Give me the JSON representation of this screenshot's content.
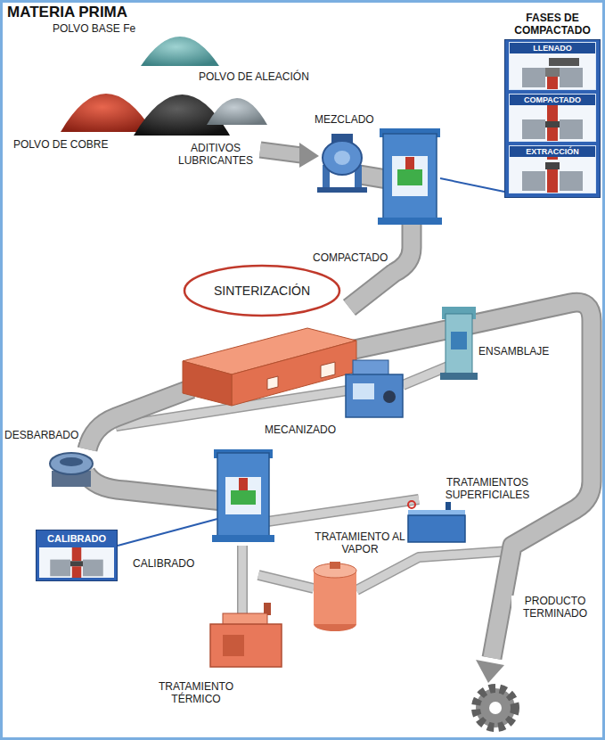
{
  "diagram": {
    "title": "MATERIA PRIMA",
    "nodes": [
      {
        "text": [
          "FASES DE COMPACTADO"
        ]
      },
      {
        "text": [
          "LLENADO"
        ],
        "in": 0
      },
      {
        "text": [
          "COMPACTADO"
        ],
        "in": 0
      },
      {
        "text": [
          "EXTRACCIÓN"
        ],
        "in": 0
      },
      {
        "text": [
          "SINTERIZACIÓN"
        ]
      },
      {
        "text": [
          "CALIBRADO"
        ]
      }
    ],
    "labels": [
      "POLVO BASE Fe",
      "POLVO DE ALEACIÓN",
      "POLVO DE COBRE",
      "ADITIVOS LUBRICANTES",
      "MEZCLADO",
      "COMPACTADO",
      "ENSAMBLAJE",
      "MECANIZADO",
      "DESBARBADO",
      "CALIBRADO",
      "TRATAMIENTOS SUPERFICIALES",
      "TRATAMIENTO AL VAPOR",
      "TRATAMIENTO TÉRMICO",
      "PRODUCTO TERMINADO"
    ]
  }
}
